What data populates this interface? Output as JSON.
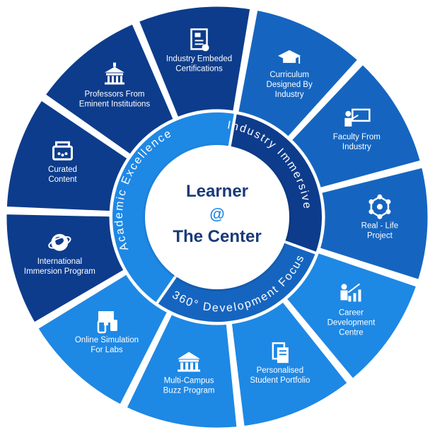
{
  "center": {
    "line1": "Learner",
    "line2": "@",
    "line3": "The Center"
  },
  "ring": {
    "industry": "Industry Immersive",
    "academic": "Academic Excellence",
    "development": "360° Development Focus"
  },
  "segments": [
    {
      "lines": [
        "Curriculum",
        "Designed By",
        "Industry"
      ],
      "icon": "graduation-cap-icon",
      "color": "#1565c0"
    },
    {
      "lines": [
        "Faculty From",
        "Industry"
      ],
      "icon": "teacher-board-icon",
      "color": "#1565c0"
    },
    {
      "lines": [
        "Real - Life",
        "Project"
      ],
      "icon": "network-hub-icon",
      "color": "#1565c0"
    },
    {
      "lines": [
        "Career",
        "Development",
        "Centre"
      ],
      "icon": "career-growth-icon",
      "color": "#1e88e5"
    },
    {
      "lines": [
        "Personalised",
        "Student Portfolio"
      ],
      "icon": "portfolio-icon",
      "color": "#1e88e5"
    },
    {
      "lines": [
        "Multi-Campus",
        "Buzz Program"
      ],
      "icon": "campus-building-icon",
      "color": "#1e88e5"
    },
    {
      "lines": [
        "Online Simulation",
        "For Labs"
      ],
      "icon": "devices-icon",
      "color": "#1e88e5"
    },
    {
      "lines": [
        "International",
        "Immersion Program"
      ],
      "icon": "globe-icon",
      "color": "#0d3c8c"
    },
    {
      "lines": [
        "Curated",
        "Content"
      ],
      "icon": "content-box-icon",
      "color": "#0d3c8c"
    },
    {
      "lines": [
        "Professors From",
        "Eminent Institutions"
      ],
      "icon": "institution-icon",
      "color": "#0d3c8c"
    },
    {
      "lines": [
        "Industry Embeded",
        "Certifications"
      ],
      "icon": "certificate-icon",
      "color": "#0d3c8c"
    }
  ],
  "colors": {
    "industry_ring": "#0d3c8c",
    "development_ring": "#1565c0",
    "academic_ring": "#1e88e5",
    "center_text": "#1a3a7a"
  }
}
